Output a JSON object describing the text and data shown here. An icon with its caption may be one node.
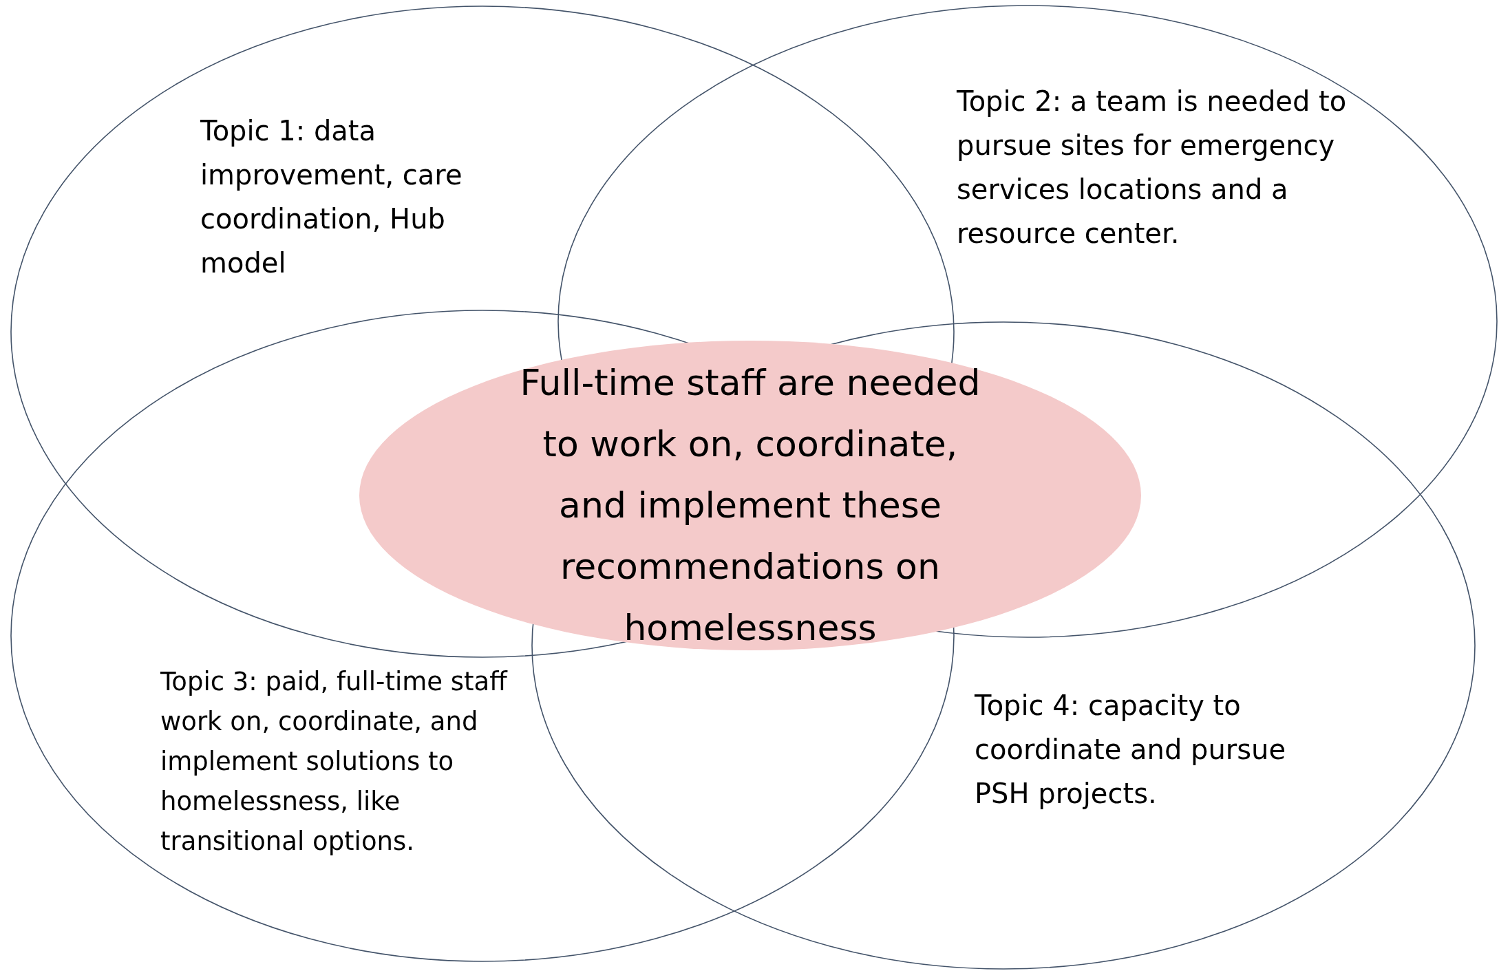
{
  "diagram": {
    "nodes": [
      {
        "text": [
          "Topic 1: data improvement, care coordination, Hub model"
        ]
      },
      {
        "text": [
          "Topic 2: a team is needed to pursue sites for emergency services locations and a resource center."
        ]
      },
      {
        "text": [
          "Topic 3: paid, full-time staff work on, coordinate, and implement solutions to homelessness, like transitional options."
        ]
      },
      {
        "text": [
          "Topic 4: capacity to coordinate and pursue PSH projects."
        ]
      },
      {
        "text": [
          "Full-time staff are needed to work on, coordinate, and implement these recommendations on homelessness"
        ]
      }
    ],
    "edges": []
  }
}
